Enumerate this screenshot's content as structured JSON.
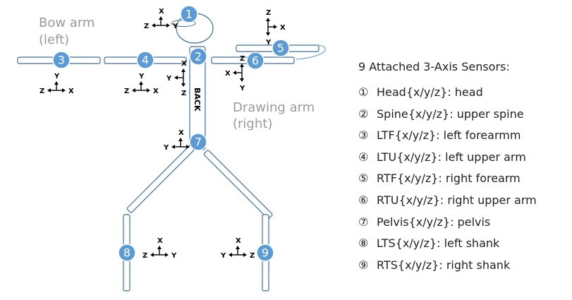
{
  "labels": {
    "bow_arm": [
      "Bow arm",
      "(left)"
    ],
    "drawing_arm": [
      "Drawing arm",
      "(right)"
    ],
    "back": "BACK"
  },
  "sensor_badges": [
    "1",
    "2",
    "3",
    "4",
    "5",
    "6",
    "7",
    "8",
    "9"
  ],
  "axis_letters": {
    "x": "X",
    "y": "Y",
    "z": "Z"
  },
  "legend": {
    "title": "9 Attached 3-Axis Sensors:",
    "items": [
      {
        "num": "①",
        "text": "Head{x/y/z}: head"
      },
      {
        "num": "②",
        "text": "Spine{x/y/z}: upper spine"
      },
      {
        "num": "③",
        "text": "LTF{x/y/z}: left forearmm"
      },
      {
        "num": "④",
        "text": "LTU{x/y/z}: left upper arm"
      },
      {
        "num": "⑤",
        "text": "RTF{x/y/z}: right forearm"
      },
      {
        "num": "⑥",
        "text": "RTU{x/y/z}: right upper arm"
      },
      {
        "num": "⑦",
        "text": "Pelvis{x/y/z}: pelvis"
      },
      {
        "num": "⑧",
        "text": "LTS{x/y/z}: left shank"
      },
      {
        "num": "⑨",
        "text": "RTS{x/y/z}: right shank"
      }
    ]
  },
  "colors": {
    "badge_fill": "#5b9bd5",
    "segment_stroke": "#3f6f9a",
    "arm_label": "#9a9a9a"
  }
}
